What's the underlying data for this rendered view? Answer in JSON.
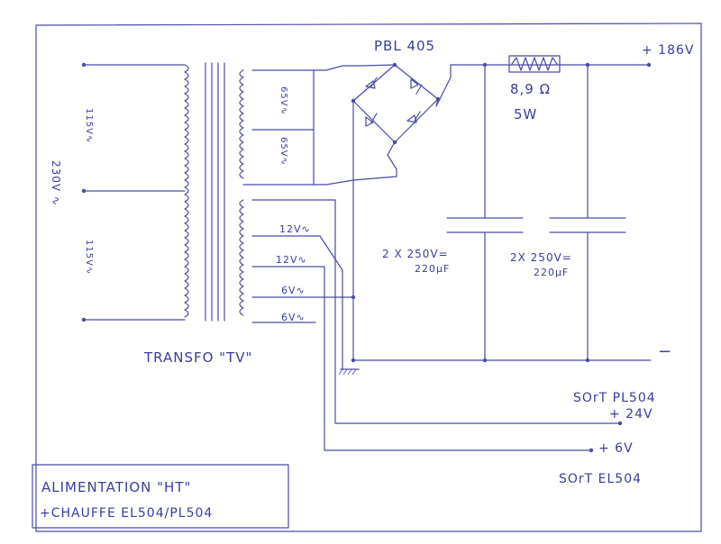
{
  "labels": {
    "bridge": "PBL 405",
    "resistor_value": "8,9 Ω",
    "resistor_power": "5W",
    "out_hv": "+ 186V",
    "primary_voltage": "230V ∿",
    "primary_top": "115V∿",
    "primary_bottom": "115V∿",
    "sec_65a": "65V∿",
    "sec_65b": "65V∿",
    "sec_12a": "12V∿",
    "sec_12b": "12V∿",
    "sec_6a": "6V∿",
    "sec_6b": "6V∿",
    "cap1_rating": "2 X 250V=",
    "cap1_value": "220µF",
    "cap2_rating": "2X 250V=",
    "cap2_value": "220µF",
    "transformer": "TRANSFO \"TV\"",
    "minus": "−",
    "out_pl504_a": "SOrT PL504",
    "out_pl504_b": "+ 24V",
    "out_6v": "+ 6V",
    "out_el504": "SOrT EL504",
    "title_line1": "ALIMENTATION \"HT\"",
    "title_line2": "+CHAUFFE EL504/PL504"
  }
}
